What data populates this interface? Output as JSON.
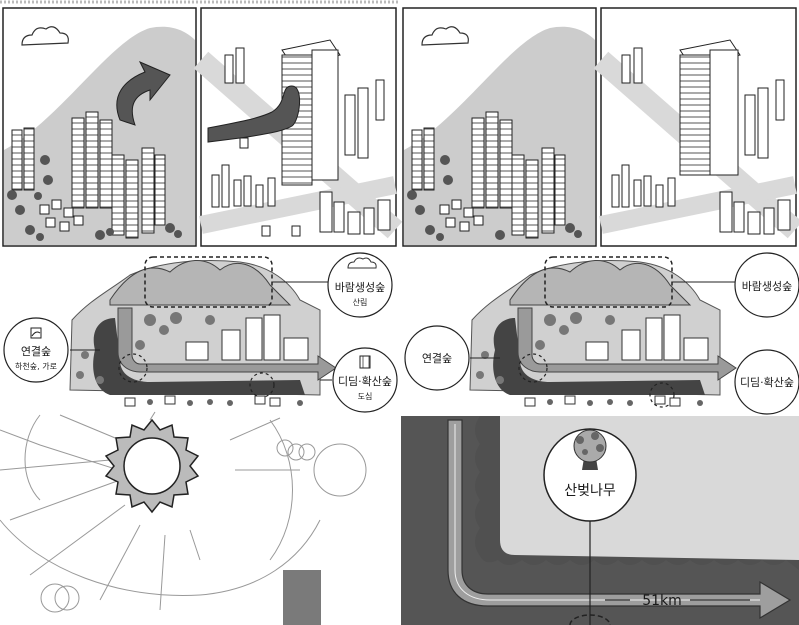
{
  "diagram_a": {
    "wind_forest_label": "바람생성숲",
    "wind_forest_sub": "산림",
    "connect_forest_label": "연결숲",
    "connect_forest_sub": "하천숲, 가로",
    "stepping_forest_label": "디딤·확산숲",
    "stepping_forest_sub": "도심"
  },
  "diagram_b": {
    "wind_forest_label": "바람생성숲",
    "connect_forest_label": "연결숲",
    "stepping_forest_label": "디딤·확산숲"
  },
  "detail": {
    "tree_label": "산벚나무",
    "distance_label": "51km"
  },
  "colors": {
    "mountain": "#c8c8c8",
    "panel_bg": "#d9d9d9",
    "dark_gray": "#4a4a4a",
    "mid_gray": "#7a7a7a",
    "arrow_gray": "#5a5a5a"
  }
}
